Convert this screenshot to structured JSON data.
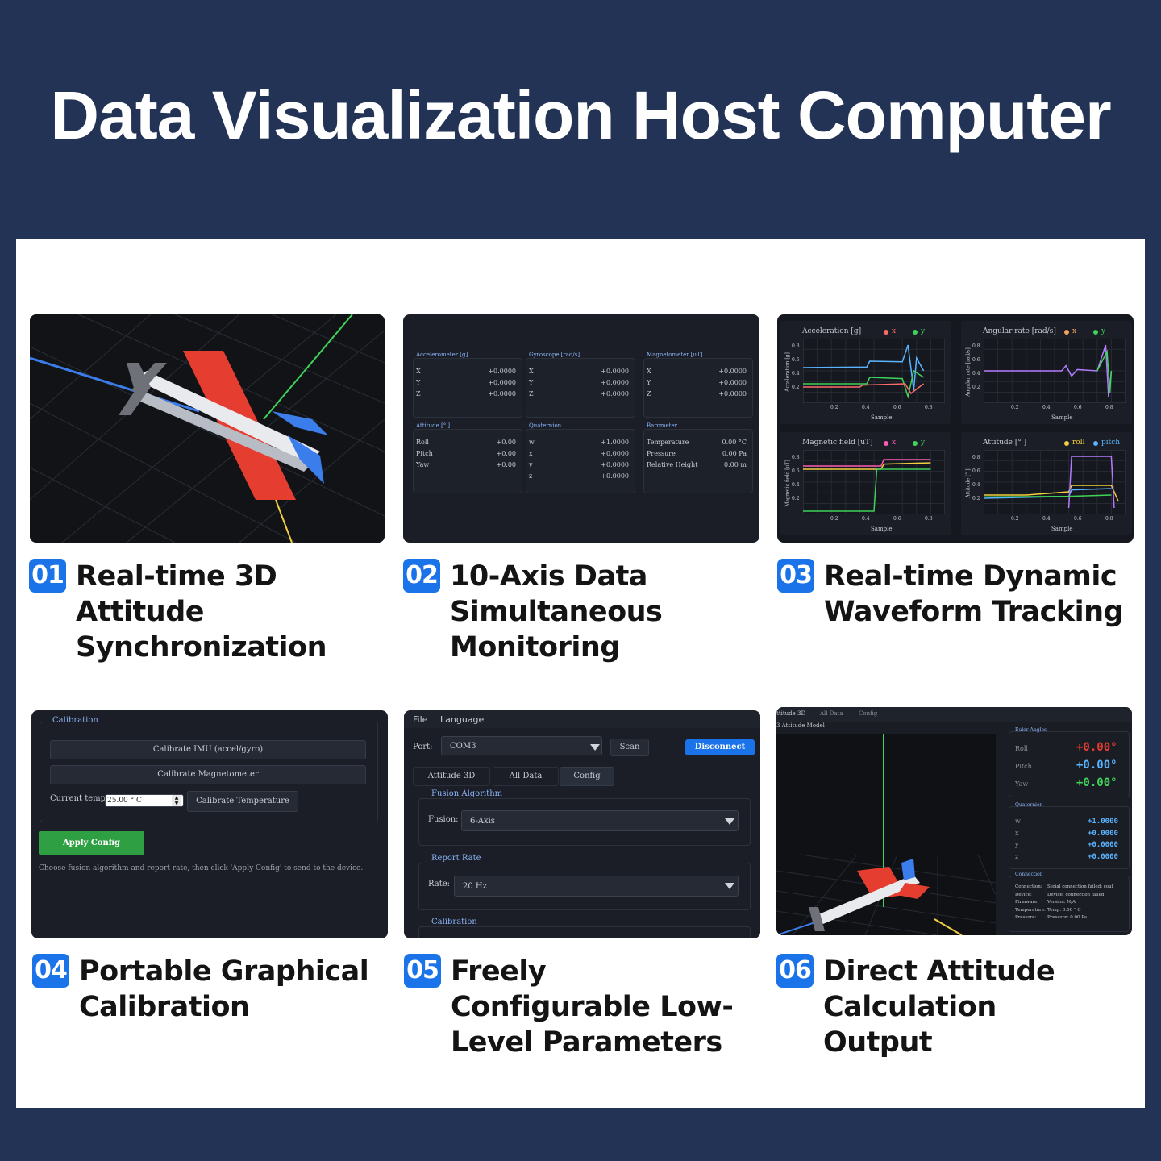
{
  "header": {
    "title": "Data Visualization Host Computer"
  },
  "features": [
    {
      "num": "01",
      "title": "Real-time 3D Attitude Synchronization"
    },
    {
      "num": "02",
      "title": "10-Axis Data Simultaneous Monitoring"
    },
    {
      "num": "03",
      "title": "Real-time Dynamic Waveform Tracking"
    },
    {
      "num": "04",
      "title": "Portable Graphical Calibration"
    },
    {
      "num": "05",
      "title": "Freely Configurable Low-Level Parameters"
    },
    {
      "num": "06",
      "title": "Direct Attitude Calculation Output"
    }
  ],
  "colors": {
    "accent": "#1a73e8",
    "red": "#e53e30",
    "blue": "#3b7dea",
    "green": "#3fd35a",
    "yellow": "#f4d03f",
    "bg": "#223355"
  },
  "monitor": {
    "panels": [
      {
        "label": "Accelerometer [g]",
        "rows": [
          {
            "k": "X",
            "v": "+0.0000"
          },
          {
            "k": "Y",
            "v": "+0.0000"
          },
          {
            "k": "Z",
            "v": "+0.0000"
          }
        ]
      },
      {
        "label": "Gyroscope [rad/s]",
        "rows": [
          {
            "k": "X",
            "v": "+0.0000"
          },
          {
            "k": "Y",
            "v": "+0.0000"
          },
          {
            "k": "Z",
            "v": "+0.0000"
          }
        ]
      },
      {
        "label": "Magnetometer [uT]",
        "rows": [
          {
            "k": "X",
            "v": "+0.0000"
          },
          {
            "k": "Y",
            "v": "+0.0000"
          },
          {
            "k": "Z",
            "v": "+0.0000"
          }
        ]
      },
      {
        "label": "Attitude [° ]",
        "rows": [
          {
            "k": "Roll",
            "v": "+0.00"
          },
          {
            "k": "Pitch",
            "v": "+0.00"
          },
          {
            "k": "Yaw",
            "v": "+0.00"
          }
        ]
      },
      {
        "label": "Quaternion",
        "rows": [
          {
            "k": "w",
            "v": "+1.0000"
          },
          {
            "k": "x",
            "v": "+0.0000"
          },
          {
            "k": "y",
            "v": "+0.0000"
          },
          {
            "k": "z",
            "v": "+0.0000"
          }
        ]
      },
      {
        "label": "Barometer",
        "rows": [
          {
            "k": "Temperature",
            "v": "0.00 °C"
          },
          {
            "k": "Pressure",
            "v": "0.00 Pa"
          },
          {
            "k": "Relative Height",
            "v": "0.00 m"
          }
        ]
      }
    ]
  },
  "waveforms": {
    "charts": [
      {
        "title": "Acceleration [g]",
        "ylabel": "Acceleration [g]",
        "xlabel": "Sample",
        "legend": [
          "x",
          "y"
        ]
      },
      {
        "title": "Angular rate [rad/s]",
        "ylabel": "Angular rate [rad/s]",
        "xlabel": "Sample",
        "legend": [
          "x",
          "y"
        ]
      },
      {
        "title": "Magnetic field [uT]",
        "ylabel": "Magnetic field [uT]",
        "xlabel": "Sample",
        "legend": [
          "x",
          "y"
        ]
      },
      {
        "title": "Attitude [° ]",
        "ylabel": "Attitude [° ]",
        "xlabel": "Sample",
        "legend": [
          "roll",
          "pitch"
        ]
      }
    ],
    "xticks": [
      "0.2",
      "0.4",
      "0.6",
      "0.8"
    ],
    "yticks": [
      "0.8",
      "0.6",
      "0.4",
      "0.2"
    ]
  },
  "calibration": {
    "group_label": "Calibration",
    "imu_button": "Calibrate IMU (accel/gyro)",
    "mag_button": "Calibrate Magnetometer",
    "temp_label": "Current temp",
    "temp_value": "25.00 ° C",
    "temp_button": "Calibrate Temperature",
    "apply_button": "Apply Config",
    "hint": "Choose fusion algorithm and report rate, then click 'Apply Config' to send to the device."
  },
  "config": {
    "menu": [
      "File",
      "Language"
    ],
    "port_label": "Port:",
    "port_value": "COM3",
    "scan_button": "Scan",
    "disconnect_button": "Disconnect",
    "tabs": [
      "Attitude 3D",
      "All Data",
      "Config"
    ],
    "fusion_group": "Fusion Algorithm",
    "fusion_label": "Fusion:",
    "fusion_value": "6-Axis",
    "rate_group": "Report Rate",
    "rate_label": "Rate:",
    "rate_value": "20 Hz",
    "calib_group": "Calibration"
  },
  "output": {
    "tabs": [
      "ttitude 3D",
      "All Data",
      "Config"
    ],
    "model_label": "3 Attitude Model",
    "euler_label": "Euler Angles",
    "euler": [
      {
        "k": "Roll",
        "v": "+0.00°"
      },
      {
        "k": "Pitch",
        "v": "+0.00°"
      },
      {
        "k": "Yaw",
        "v": "+0.00°"
      }
    ],
    "quat_label": "Quaternion",
    "quat": [
      {
        "k": "w",
        "v": "+1.0000"
      },
      {
        "k": "x",
        "v": "+0.0000"
      },
      {
        "k": "y",
        "v": "+0.0000"
      },
      {
        "k": "z",
        "v": "+0.0000"
      }
    ],
    "conn_label": "Connection",
    "conn": [
      {
        "k": "Connection:",
        "v": "Serial connection failed: coul"
      },
      {
        "k": "Device:",
        "v": "Device: connection failed"
      },
      {
        "k": "Firmware:",
        "v": "Version: N/A"
      },
      {
        "k": "Temperature:",
        "v": "Temp: 0.00 ° C"
      },
      {
        "k": "Pressure:",
        "v": "Pressure: 0.00 Pa"
      }
    ]
  }
}
